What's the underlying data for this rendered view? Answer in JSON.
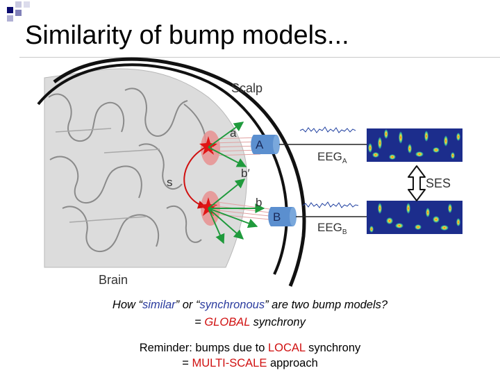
{
  "title": "Similarity of bump models...",
  "figure": {
    "scalp_label": "Scalp",
    "brain_label": "Brain",
    "source_a": "a",
    "source_b": "b",
    "source_b_prime": "b′",
    "source_s": "s",
    "electrode_a": "A",
    "electrode_b": "B",
    "eeg_a_main": "EEG",
    "eeg_a_sub": "A",
    "eeg_b_main": "EEG",
    "eeg_b_sub": "B",
    "ses_label": "SES"
  },
  "caption": {
    "q_pre": "How “",
    "q_similar": "similar",
    "q_mid": "” or “",
    "q_synchronous": "synchronous",
    "q_post": "” are two bump models?",
    "g_pre": "= ",
    "g_global": "GLOBAL",
    "g_post": " synchrony",
    "r_pre": "Reminder: bumps due to ",
    "r_local": "LOCAL",
    "r_post": " synchrony",
    "m_pre": "= ",
    "m_multi": "MULTI-SCALE",
    "m_post": " approach"
  },
  "colors": {
    "accent_blue": "#2a3b9e",
    "accent_red": "#d01010",
    "electrode": "#5b8fcf",
    "bump_panel": "#1c2d8c",
    "arrow_green": "#1f9a3c",
    "trace_blue": "#2040a0"
  }
}
